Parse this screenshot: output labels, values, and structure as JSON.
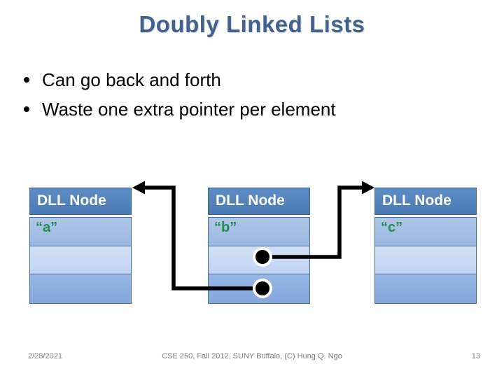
{
  "slide": {
    "title": "Doubly Linked Lists",
    "bullets": [
      "Can go back and forth",
      "Waste one extra pointer per element"
    ]
  },
  "nodes": [
    {
      "header": "DLL Node",
      "value": "“a”"
    },
    {
      "header": "DLL Node",
      "value": "“b”"
    },
    {
      "header": "DLL Node",
      "value": "“c”"
    }
  ],
  "footer": {
    "date": "2/28/2021",
    "course": "CSE 250, Fall 2012, SUNY Buffalo, (C) Hung Q. Ngo",
    "page": "13"
  },
  "colors": {
    "title_text": "#44618C",
    "body_text": "#000000",
    "node_header_bg": "#5081BD",
    "node_header_text": "#FFFFFF",
    "node_row_value_bg": "#A2BEE3",
    "node_row_mid_bg": "#C8DAF4",
    "node_row_bottom_bg": "#8CAEDF",
    "node_border": "#44719F",
    "node_value_text": "#218C4B",
    "arrow": "#000000",
    "footer_text": "#7F7F7F"
  }
}
